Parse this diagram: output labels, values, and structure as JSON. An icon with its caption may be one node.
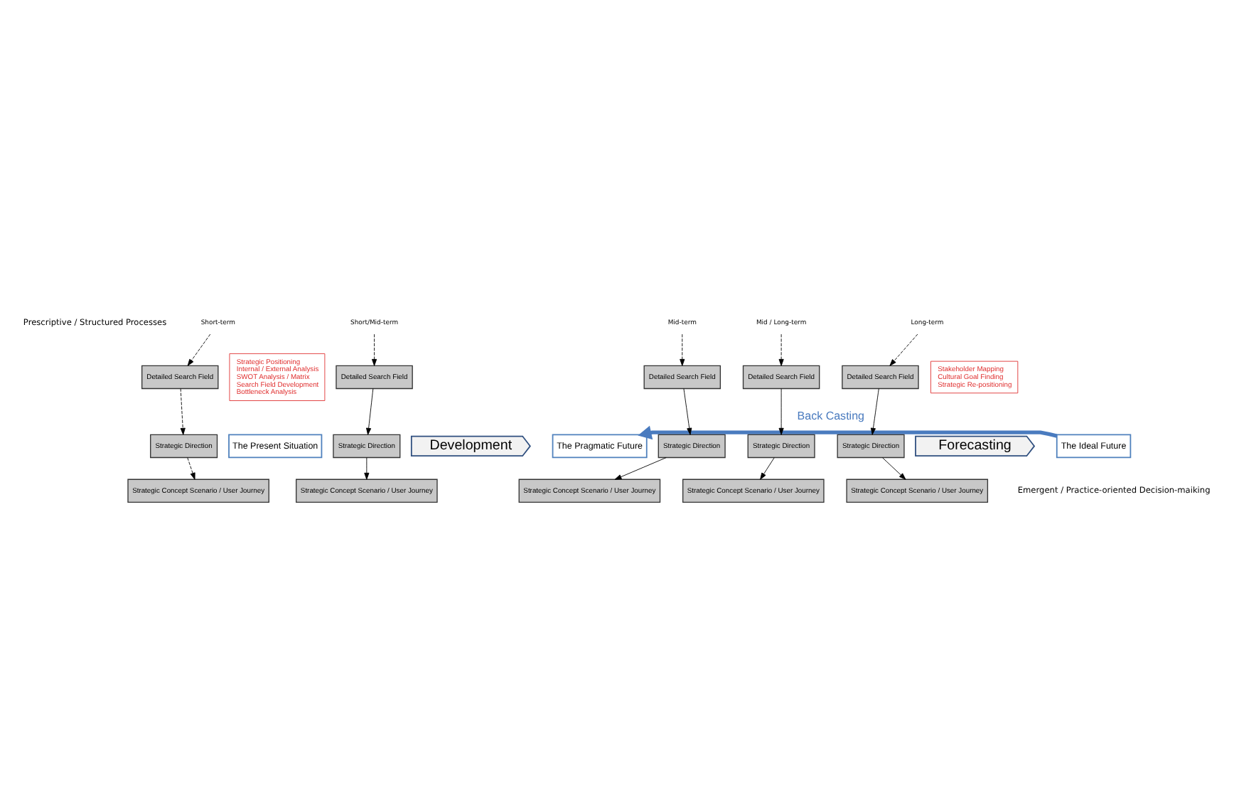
{
  "diagram": {
    "nodes": [
      {
        "text": [
          "The Present Situation"
        ]
      },
      {
        "text": [
          "Development"
        ]
      },
      {
        "text": [
          "The Pragmatic Future"
        ]
      },
      {
        "text": [
          "Forecasting"
        ]
      },
      {
        "text": [
          "The Ideal Future"
        ]
      },
      {
        "text": [
          "Strategic Positioning",
          "Internal / External Analysis",
          "SWOT Analysis / Matrix",
          "Search Field Development",
          "Bottleneck Analysis"
        ]
      },
      {
        "text": [
          "Stakeholder Mapping",
          "Cultural Goal Finding",
          "Strategic Re-positioning"
        ]
      },
      {
        "text": [
          "Short-term"
        ]
      },
      {
        "text": [
          "Short/Mid-term"
        ]
      },
      {
        "text": [
          "Mid-term"
        ]
      },
      {
        "text": [
          "Mid / Long-term"
        ]
      },
      {
        "text": [
          "Long-term"
        ]
      },
      {
        "text": [
          "Detailed Search Field"
        ]
      },
      {
        "text": [
          "Detailed Search Field"
        ]
      },
      {
        "text": [
          "Detailed Search Field"
        ]
      },
      {
        "text": [
          "Detailed Search Field"
        ]
      },
      {
        "text": [
          "Detailed Search Field"
        ]
      },
      {
        "text": [
          "Strategic Direction"
        ]
      },
      {
        "text": [
          "Strategic Direction"
        ]
      },
      {
        "text": [
          "Strategic Direction"
        ]
      },
      {
        "text": [
          "Strategic Direction"
        ]
      },
      {
        "text": [
          "Strategic Direction"
        ]
      },
      {
        "text": [
          "Strategic Concept Scenario / User Journey"
        ]
      },
      {
        "text": [
          "Strategic Concept Scenario / User Journey"
        ]
      },
      {
        "text": [
          "Strategic Concept Scenario / User Journey"
        ]
      },
      {
        "text": [
          "Strategic Concept Scenario / User Journey"
        ]
      },
      {
        "text": [
          "Strategic Concept Scenario / User Journey"
        ]
      }
    ],
    "edges": [
      {
        "from": 4,
        "to": 2,
        "arrow": "to",
        "label": "Back Casting",
        "style": "thick",
        "color": "#4a7bbf"
      },
      {
        "from": 7,
        "to": 12,
        "arrow": "to",
        "style": "dashed"
      },
      {
        "from": 8,
        "to": 13,
        "arrow": "to",
        "style": "dashed"
      },
      {
        "from": 9,
        "to": 14,
        "arrow": "to",
        "style": "dashed"
      },
      {
        "from": 10,
        "to": 15,
        "arrow": "to",
        "style": "dashed"
      },
      {
        "from": 11,
        "to": 16,
        "arrow": "to",
        "style": "dashed"
      },
      {
        "from": 12,
        "to": 17,
        "arrow": "to",
        "style": "dashed"
      },
      {
        "from": 13,
        "to": 18,
        "arrow": "to"
      },
      {
        "from": 14,
        "to": 19,
        "arrow": "to"
      },
      {
        "from": 15,
        "to": 20,
        "arrow": "to"
      },
      {
        "from": 16,
        "to": 21,
        "arrow": "to"
      },
      {
        "from": 17,
        "to": 22,
        "arrow": "to",
        "style": "dashed"
      },
      {
        "from": 18,
        "to": 23,
        "arrow": "to"
      },
      {
        "from": 19,
        "to": 24,
        "arrow": "to"
      },
      {
        "from": 20,
        "to": 25,
        "arrow": "to"
      },
      {
        "from": 21,
        "to": 26,
        "arrow": "to"
      }
    ],
    "labels": [
      "Prescriptive / Structured Processes",
      "Emergent / Practice-oriented Decision-maiking"
    ]
  }
}
